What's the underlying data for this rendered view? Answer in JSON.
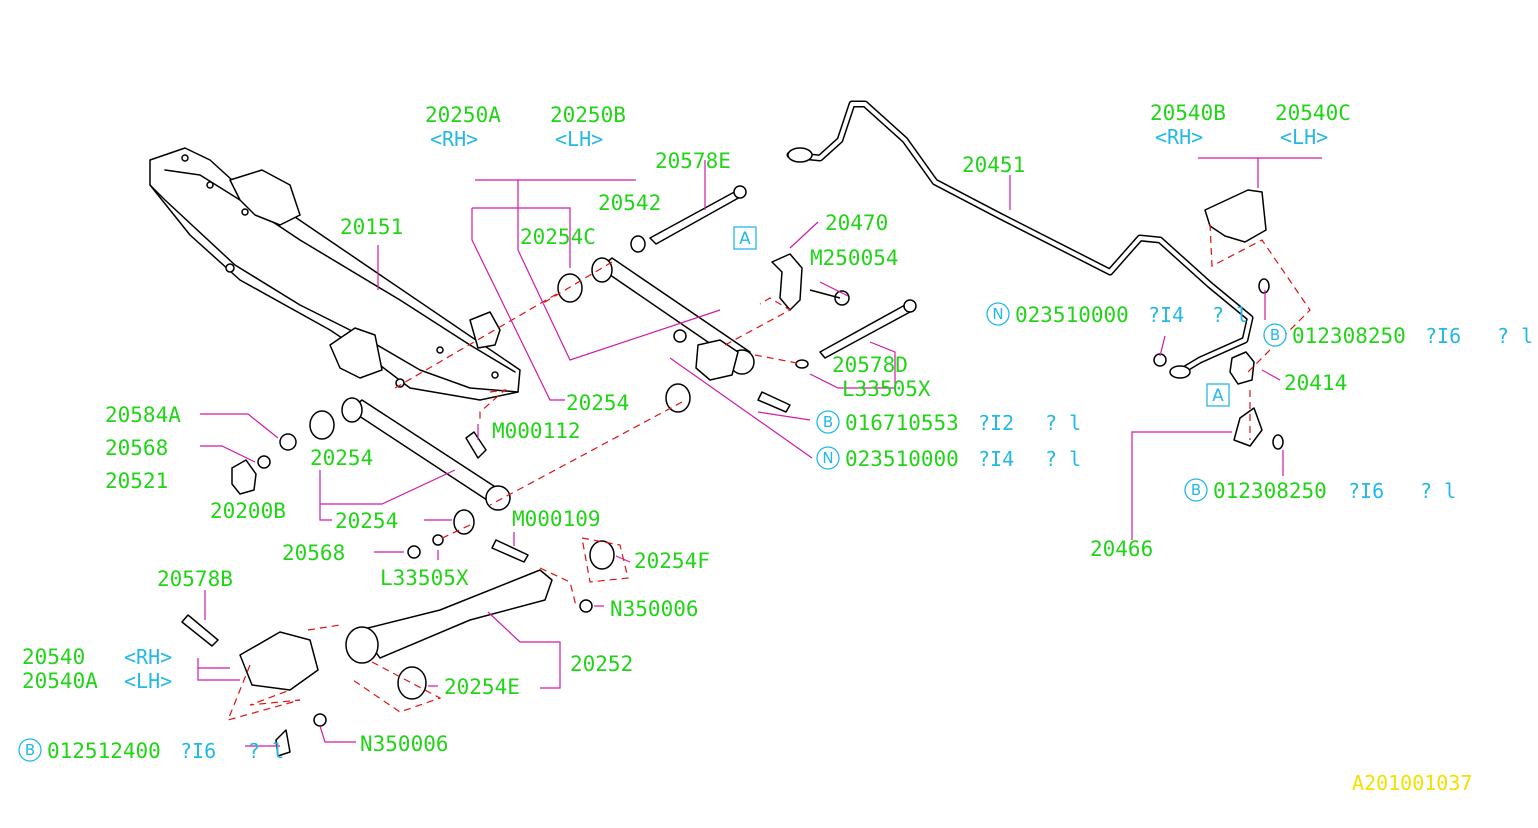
{
  "diagram_id": "A201001037",
  "parts": {
    "p20250A": "20250A",
    "p20250B": "20250B",
    "rh_a": "<RH>",
    "lh_b": "<LH>",
    "p20578E": "20578E",
    "p20542": "20542",
    "p20254C": "20254C",
    "p20470": "20470",
    "pM250054": "M250054",
    "p20151": "20151",
    "p20451": "20451",
    "p20540B": "20540B",
    "p20540C": "20540C",
    "rh_c": "<RH>",
    "lh_d": "<LH>",
    "p20578D": "20578D",
    "pL33505X_top": "L33505X",
    "p20254_mid": "20254",
    "pM000112": "M000112",
    "p20584A": "20584A",
    "p20568_top": "20568",
    "p20521": "20521",
    "p20254_left": "20254",
    "p20200B": "20200B",
    "p20254_low": "20254",
    "pM000109": "M000109",
    "p20568_low": "20568",
    "pL33505X_low": "L33505X",
    "p20254F": "20254F",
    "pN350006_mid": "N350006",
    "p20578B": "20578B",
    "p20540": "20540",
    "rh_e": "<RH>",
    "p20540A": "20540A",
    "lh_f": "<LH>",
    "p20252": "20252",
    "p20254E": "20254E",
    "pN350006_low": "N350006",
    "p20414": "20414",
    "p20466": "20466"
  },
  "tagged_parts": {
    "n023510000_right": {
      "tag": "N",
      "num": "023510000",
      "suffix": "?I4",
      "extra": "? l"
    },
    "b012308250_right": {
      "tag": "B",
      "num": "012308250",
      "suffix": "?I6",
      "extra": "? l"
    },
    "b016710553": {
      "tag": "B",
      "num": "016710553",
      "suffix": "?I2",
      "extra": "? l"
    },
    "n023510000_mid": {
      "tag": "N",
      "num": "023510000",
      "suffix": "?I4",
      "extra": "? l"
    },
    "b012308250_low": {
      "tag": "B",
      "num": "012308250",
      "suffix": "?I6",
      "extra": "? l"
    },
    "b012512400": {
      "tag": "B",
      "num": "012512400",
      "suffix": "?I6",
      "extra": "? l"
    }
  },
  "ref_marks": {
    "a1": "A",
    "a2": "A"
  },
  "colors": {
    "part_number": "#22d418",
    "side_label": "#22b8e8",
    "leader": "#d01aa8",
    "dashed": "#e01010",
    "diagram_id": "#f2e000"
  }
}
